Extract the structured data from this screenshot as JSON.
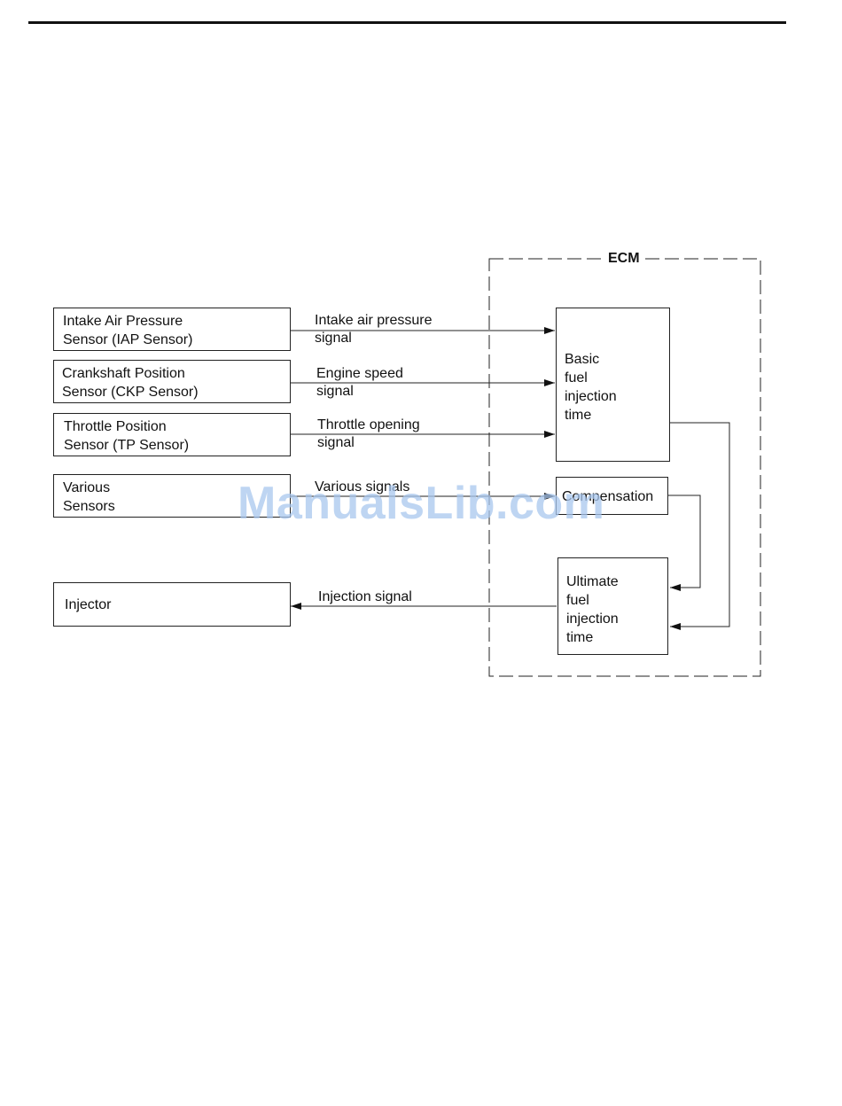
{
  "inputs": [
    {
      "line1": "Intake Air Pressure",
      "line2": "Sensor (IAP Sensor)"
    },
    {
      "line1": "Crankshaft Position",
      "line2": "Sensor (CKP Sensor)"
    },
    {
      "line1": "Throttle Position",
      "line2": "Sensor (TP Sensor)"
    },
    {
      "line1": "Various",
      "line2": "Sensors"
    }
  ],
  "injector": {
    "label": "Injector"
  },
  "signals": {
    "iap": {
      "line1": "Intake air pressure",
      "line2": "signal"
    },
    "ckp": {
      "line1": "Engine speed",
      "line2": "signal"
    },
    "tp": {
      "line1": "Throttle opening",
      "line2": "signal"
    },
    "various": "Various signals",
    "injection": "Injection signal"
  },
  "ecm": {
    "title": "ECM",
    "basic": [
      "Basic",
      "fuel",
      "injection",
      "time"
    ],
    "compensation": "Compensation",
    "ultimate": [
      "Ultimate",
      "fuel",
      "injection",
      "time"
    ]
  },
  "watermark": "ManualsLib.com",
  "colors": {
    "watermark": "#a9c7ee",
    "line": "#222222"
  }
}
